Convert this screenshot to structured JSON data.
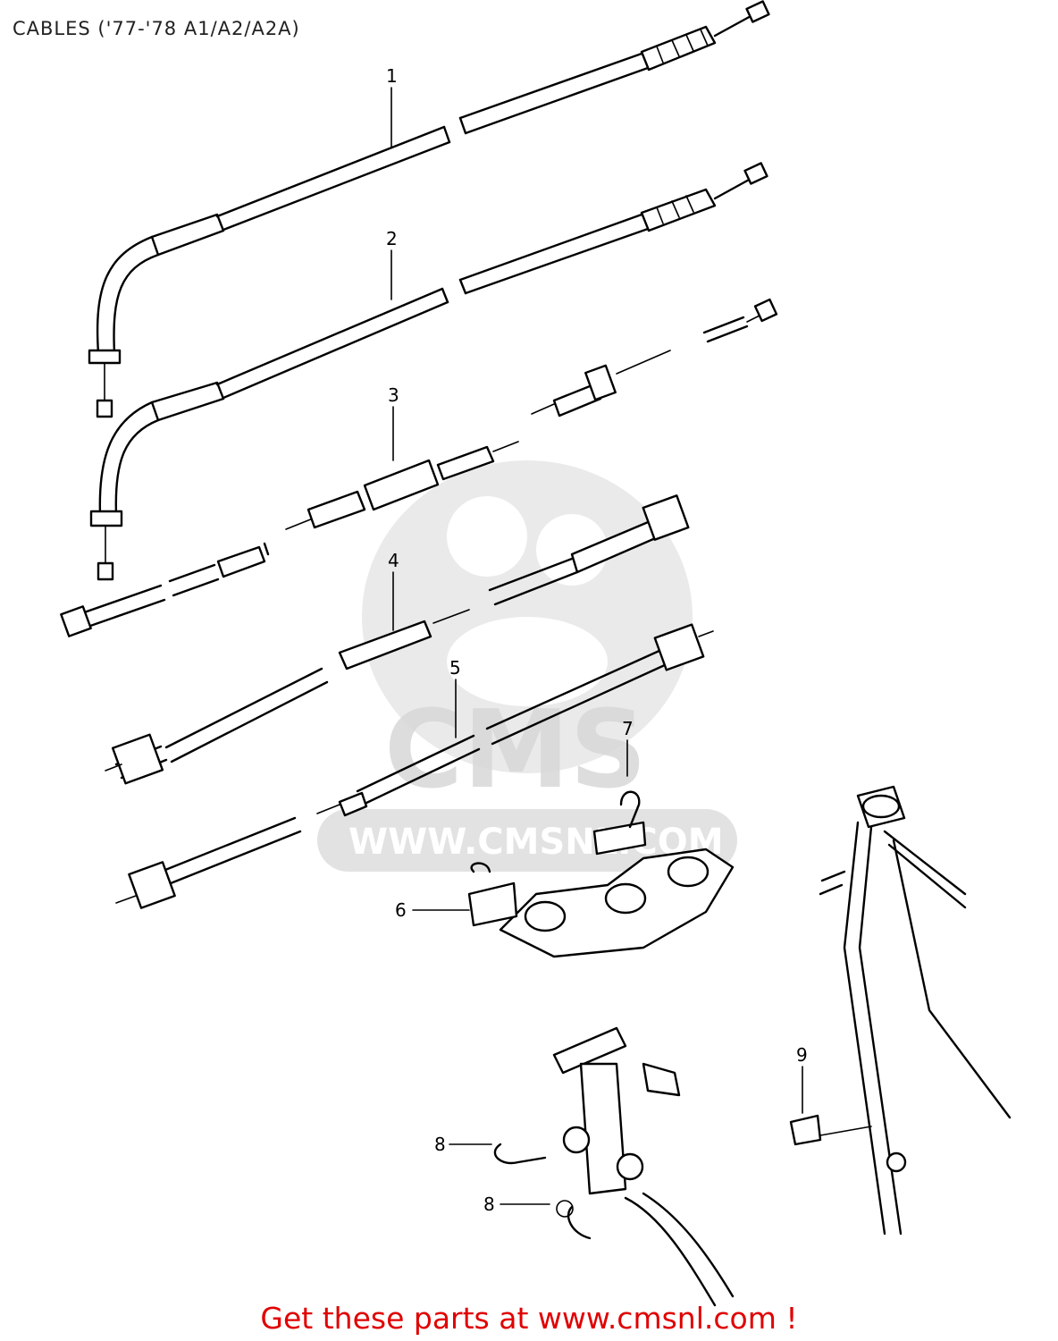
{
  "title": "CABLES ('77-'78 A1/A2/A2A)",
  "callouts": [
    "1",
    "2",
    "3",
    "4",
    "5",
    "6",
    "7",
    "8",
    "8",
    "9"
  ],
  "watermark": {
    "brand": "CMS",
    "url": "WWW.CMSNL.COM",
    "icon": "cms-mascot-icon"
  },
  "footer": "Get these parts at www.cmsnl.com !",
  "colors": {
    "footer": "#e00000",
    "line": "#000000",
    "watermark": "#d8d8d8"
  }
}
